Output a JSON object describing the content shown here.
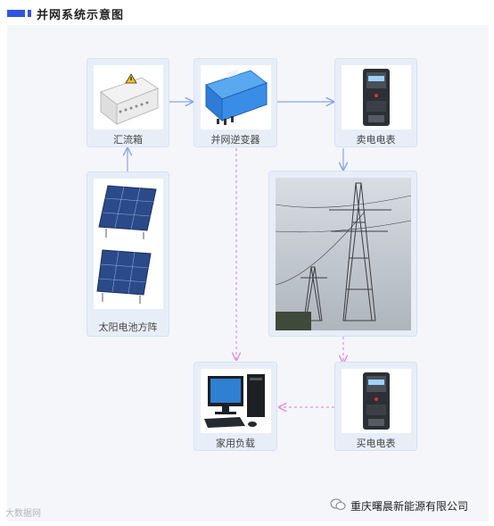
{
  "header": {
    "title": "并网系统示意图"
  },
  "nodes": {
    "combiner": {
      "label": "汇流箱"
    },
    "inverter": {
      "label": "并网逆变器"
    },
    "sell_meter": {
      "label": "卖电电表"
    },
    "solar_array": {
      "label": "太阳电池方阵"
    },
    "household_load": {
      "label": "家用负载"
    },
    "buy_meter": {
      "label": "买电电表"
    }
  },
  "footer": {
    "watermark": "大数据网",
    "company": "重庆曙晨新能源有限公司"
  },
  "colors": {
    "accent": "#2f55e4",
    "solid_arrow": "#8aa4ea",
    "dashed_arrow": "#e58ce0",
    "card_bg": "#e8eef8"
  }
}
